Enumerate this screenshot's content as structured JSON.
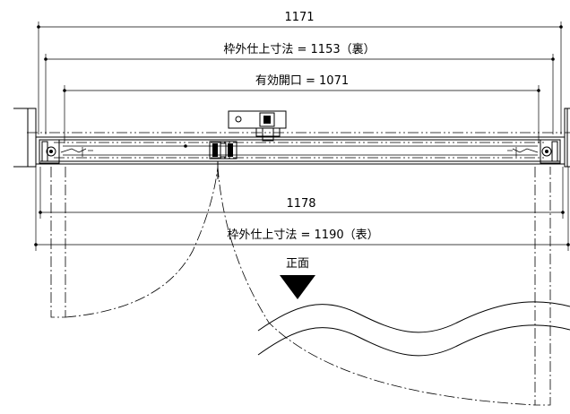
{
  "dimensions": {
    "overall_top": "1171",
    "frame_back": "枠外仕上寸法 = 1153（裏）",
    "clear_opening": "有効開口 = 1071",
    "overall_bottom": "1178",
    "frame_front": "枠外仕上寸法 = 1190（表）"
  },
  "front_label": "正面"
}
